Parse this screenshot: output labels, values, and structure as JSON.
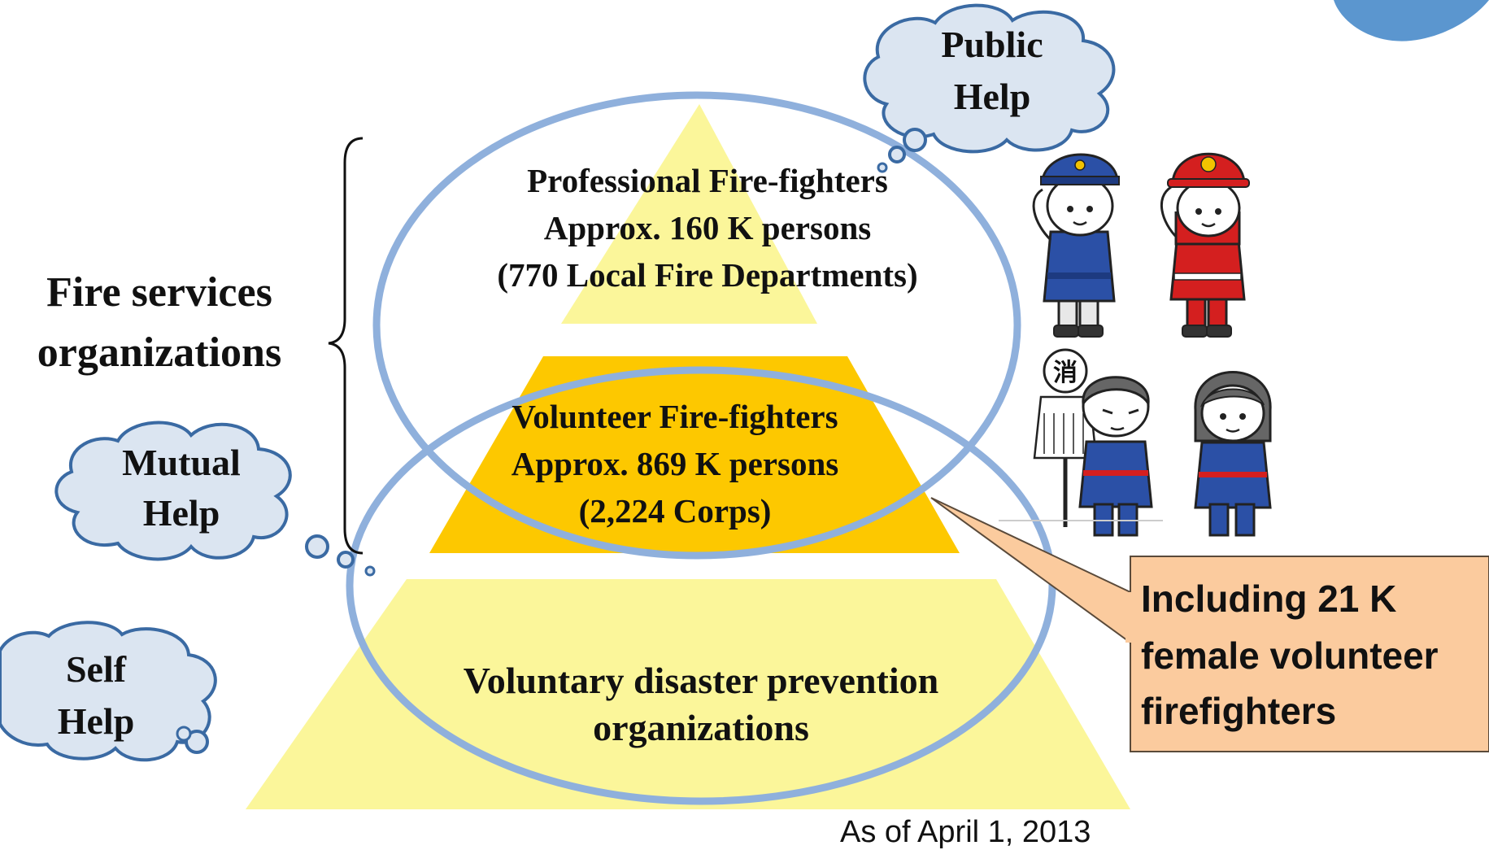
{
  "colors": {
    "pyramid_light": "#fbf69a",
    "pyramid_gold": "#fdc800",
    "ellipse_stroke": "#8fb0dc",
    "cloud_fill": "#dbe5f1",
    "cloud_stroke": "#3a6aa3",
    "callout_fill": "#fbcb9e",
    "callout_stroke": "#5a4a3a",
    "logo_blue": "#5b96cf"
  },
  "group_label": {
    "line1": "Fire services",
    "line2": "organizations"
  },
  "tiers": {
    "professional": {
      "line1": "Professional Fire-fighters",
      "line2": "Approx. 160 K persons",
      "line3": "(770 Local Fire Departments)"
    },
    "volunteer": {
      "line1": "Volunteer Fire-fighters",
      "line2": "Approx. 869 K persons",
      "line3": "(2,224  Corps)"
    },
    "voluntary": {
      "line1": "Voluntary disaster prevention",
      "line2": "organizations"
    }
  },
  "clouds": {
    "public": {
      "line1": "Public",
      "line2": "Help"
    },
    "mutual": {
      "line1": "Mutual",
      "line2": "Help"
    },
    "self": {
      "line1": "Self",
      "line2": "Help"
    }
  },
  "callout": {
    "line1": "Including 21 K",
    "line2": "female volunteer",
    "line3": "firefighters"
  },
  "footnote": "As of April 1, 2013",
  "illustrations": [
    "police-officer-figure-icon",
    "red-firefighter-figure-icon",
    "volunteer-firefighter-with-matoi-icon",
    "female-volunteer-firefighter-icon"
  ]
}
